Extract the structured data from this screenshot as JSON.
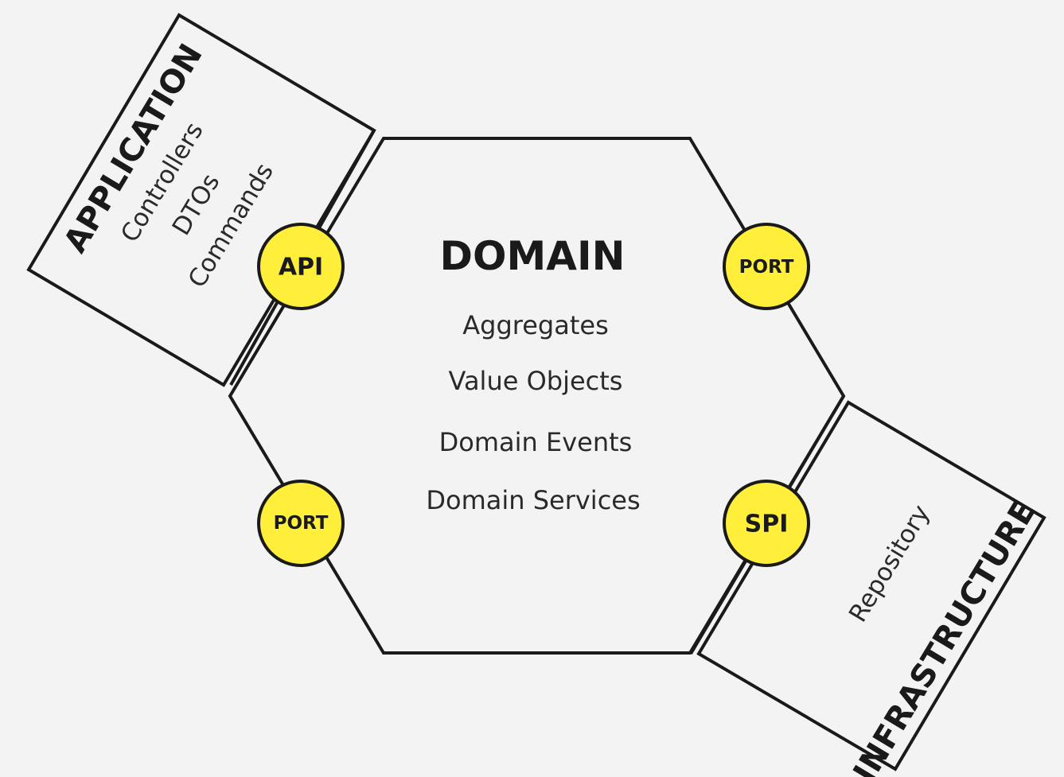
{
  "domain": {
    "title": "DOMAIN",
    "items": [
      "Aggregates",
      "Value Objects",
      "Domain Events",
      "Domain Services"
    ]
  },
  "application": {
    "title": "APPLICATION",
    "items": [
      "Controllers",
      "DTOs",
      "Commands"
    ]
  },
  "infrastructure": {
    "title": "INFRASTRUCTURE",
    "items": [
      "Repository"
    ]
  },
  "ports": {
    "api": "API",
    "top_right": "PORT",
    "bottom_left": "PORT",
    "spi": "SPI"
  },
  "colors": {
    "background": "#f3f3f3",
    "port_fill": "#ffee3a",
    "stroke": "#1a1a1a"
  }
}
